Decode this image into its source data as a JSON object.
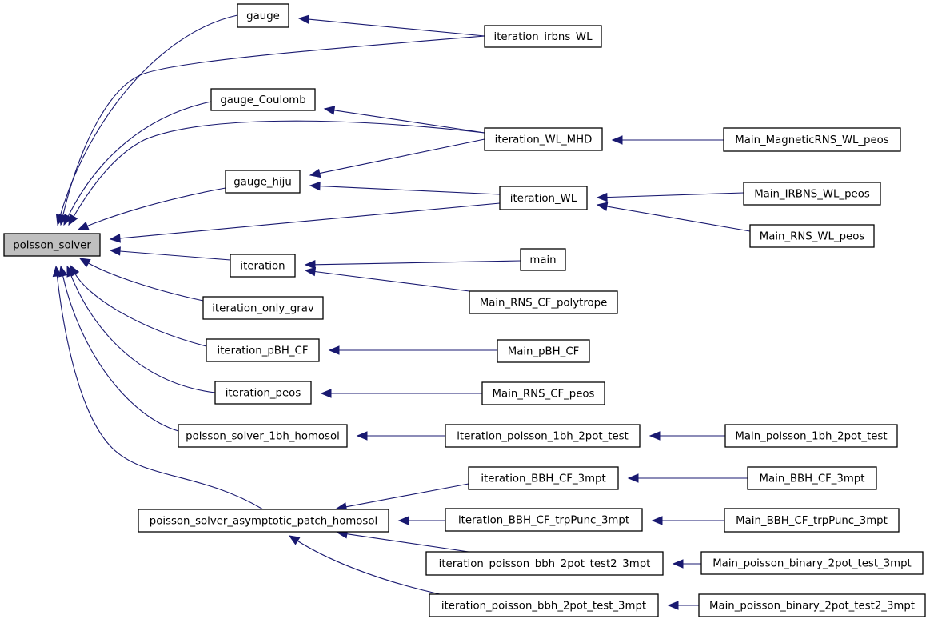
{
  "graph": {
    "nodes": [
      {
        "id": "poisson_solver",
        "label": "poisson_solver",
        "root": true
      },
      {
        "id": "gauge",
        "label": "gauge"
      },
      {
        "id": "iteration_irbns_WL",
        "label": "iteration_irbns_WL"
      },
      {
        "id": "gauge_Coulomb",
        "label": "gauge_Coulomb"
      },
      {
        "id": "iteration_WL_MHD",
        "label": "iteration_WL_MHD"
      },
      {
        "id": "Main_MagneticRNS_WL_peos",
        "label": "Main_MagneticRNS_WL_peos"
      },
      {
        "id": "gauge_hiju",
        "label": "gauge_hiju"
      },
      {
        "id": "iteration_WL",
        "label": "iteration_WL"
      },
      {
        "id": "Main_IRBNS_WL_peos",
        "label": "Main_IRBNS_WL_peos"
      },
      {
        "id": "Main_RNS_WL_peos",
        "label": "Main_RNS_WL_peos"
      },
      {
        "id": "iteration",
        "label": "iteration"
      },
      {
        "id": "main",
        "label": "main"
      },
      {
        "id": "Main_RNS_CF_polytrope",
        "label": "Main_RNS_CF_polytrope"
      },
      {
        "id": "iteration_only_grav",
        "label": "iteration_only_grav"
      },
      {
        "id": "iteration_pBH_CF",
        "label": "iteration_pBH_CF"
      },
      {
        "id": "Main_pBH_CF",
        "label": "Main_pBH_CF"
      },
      {
        "id": "iteration_peos",
        "label": "iteration_peos"
      },
      {
        "id": "Main_RNS_CF_peos",
        "label": "Main_RNS_CF_peos"
      },
      {
        "id": "poisson_solver_1bh_homosol",
        "label": "poisson_solver_1bh_homosol"
      },
      {
        "id": "iteration_poisson_1bh_2pot_test",
        "label": "iteration_poisson_1bh_2pot_test"
      },
      {
        "id": "Main_poisson_1bh_2pot_test",
        "label": "Main_poisson_1bh_2pot_test"
      },
      {
        "id": "poisson_solver_asymptotic_patch_homosol",
        "label": "poisson_solver_asymptotic_patch_homosol"
      },
      {
        "id": "iteration_BBH_CF_3mpt",
        "label": "iteration_BBH_CF_3mpt"
      },
      {
        "id": "Main_BBH_CF_3mpt",
        "label": "Main_BBH_CF_3mpt"
      },
      {
        "id": "iteration_BBH_CF_trpPunc_3mpt",
        "label": "iteration_BBH_CF_trpPunc_3mpt"
      },
      {
        "id": "Main_BBH_CF_trpPunc_3mpt",
        "label": "Main_BBH_CF_trpPunc_3mpt"
      },
      {
        "id": "iteration_poisson_bbh_2pot_test2_3mpt",
        "label": "iteration_poisson_bbh_2pot_test2_3mpt"
      },
      {
        "id": "Main_poisson_binary_2pot_test_3mpt",
        "label": "Main_poisson_binary_2pot_test_3mpt"
      },
      {
        "id": "iteration_poisson_bbh_2pot_test_3mpt",
        "label": "iteration_poisson_bbh_2pot_test_3mpt"
      },
      {
        "id": "Main_poisson_binary_2pot_test2_3mpt",
        "label": "Main_poisson_binary_2pot_test2_3mpt"
      }
    ],
    "edges": [
      {
        "from": "gauge",
        "to": "poisson_solver"
      },
      {
        "from": "iteration_irbns_WL",
        "to": "poisson_solver"
      },
      {
        "from": "iteration_irbns_WL",
        "to": "gauge"
      },
      {
        "from": "gauge_Coulomb",
        "to": "poisson_solver"
      },
      {
        "from": "iteration_WL_MHD",
        "to": "poisson_solver"
      },
      {
        "from": "iteration_WL_MHD",
        "to": "gauge_Coulomb"
      },
      {
        "from": "iteration_WL_MHD",
        "to": "gauge_hiju"
      },
      {
        "from": "Main_MagneticRNS_WL_peos",
        "to": "iteration_WL_MHD"
      },
      {
        "from": "gauge_hiju",
        "to": "poisson_solver"
      },
      {
        "from": "iteration_WL",
        "to": "poisson_solver"
      },
      {
        "from": "iteration_WL",
        "to": "gauge_hiju"
      },
      {
        "from": "Main_IRBNS_WL_peos",
        "to": "iteration_WL"
      },
      {
        "from": "Main_RNS_WL_peos",
        "to": "iteration_WL"
      },
      {
        "from": "iteration",
        "to": "poisson_solver"
      },
      {
        "from": "main",
        "to": "iteration"
      },
      {
        "from": "Main_RNS_CF_polytrope",
        "to": "iteration"
      },
      {
        "from": "iteration_only_grav",
        "to": "poisson_solver"
      },
      {
        "from": "iteration_pBH_CF",
        "to": "poisson_solver"
      },
      {
        "from": "Main_pBH_CF",
        "to": "iteration_pBH_CF"
      },
      {
        "from": "iteration_peos",
        "to": "poisson_solver"
      },
      {
        "from": "Main_RNS_CF_peos",
        "to": "iteration_peos"
      },
      {
        "from": "poisson_solver_1bh_homosol",
        "to": "poisson_solver"
      },
      {
        "from": "iteration_poisson_1bh_2pot_test",
        "to": "poisson_solver_1bh_homosol"
      },
      {
        "from": "Main_poisson_1bh_2pot_test",
        "to": "iteration_poisson_1bh_2pot_test"
      },
      {
        "from": "poisson_solver_asymptotic_patch_homosol",
        "to": "poisson_solver"
      },
      {
        "from": "iteration_BBH_CF_3mpt",
        "to": "poisson_solver_asymptotic_patch_homosol"
      },
      {
        "from": "Main_BBH_CF_3mpt",
        "to": "iteration_BBH_CF_3mpt"
      },
      {
        "from": "iteration_BBH_CF_trpPunc_3mpt",
        "to": "poisson_solver_asymptotic_patch_homosol"
      },
      {
        "from": "Main_BBH_CF_trpPunc_3mpt",
        "to": "iteration_BBH_CF_trpPunc_3mpt"
      },
      {
        "from": "iteration_poisson_bbh_2pot_test2_3mpt",
        "to": "poisson_solver_asymptotic_patch_homosol"
      },
      {
        "from": "Main_poisson_binary_2pot_test_3mpt",
        "to": "iteration_poisson_bbh_2pot_test2_3mpt"
      },
      {
        "from": "iteration_poisson_bbh_2pot_test_3mpt",
        "to": "poisson_solver_asymptotic_patch_homosol"
      },
      {
        "from": "Main_poisson_binary_2pot_test2_3mpt",
        "to": "iteration_poisson_bbh_2pot_test_3mpt"
      }
    ],
    "colors": {
      "edge": "#191970",
      "root_fill": "#bfbfbf",
      "node_fill": "#ffffff",
      "node_border": "#000000"
    }
  }
}
